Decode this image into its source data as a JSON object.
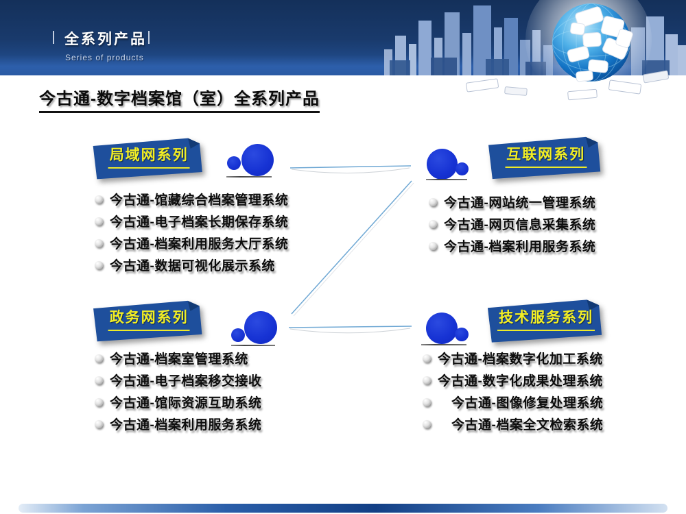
{
  "banner": {
    "title": "全系列产品",
    "subtitle": "Series of products"
  },
  "page_title": "今古通-数字档案馆（室）全系列产品",
  "sections": [
    {
      "id": "lan",
      "title": "局域网系列",
      "items": [
        "今古通-馆藏综合档案管理系统",
        "今古通-电子档案长期保存系统",
        "今古通-档案利用服务大厅系统",
        "今古通-数据可视化展示系统"
      ]
    },
    {
      "id": "internet",
      "title": "互联网系列",
      "items": [
        "今古通-网站统一管理系统",
        "今古通-网页信息采集系统",
        "今古通-档案利用服务系统"
      ]
    },
    {
      "id": "gov",
      "title": "政务网系列",
      "items": [
        "今古通-档案室管理系统",
        "今古通-电子档案移交接收",
        "今古通-馆际资源互助系统",
        "今古通-档案利用服务系统"
      ]
    },
    {
      "id": "tech",
      "title": "技术服务系列",
      "items": [
        "今古通-档案数字化加工系统",
        "今古通-数字化成果处理系统",
        "今古通-图像修复处理系统",
        "今古通-档案全文检索系统"
      ]
    }
  ],
  "colors": {
    "banner_navy": "#1a3a6c",
    "banner_light_blue": "#2d5fab",
    "ribbon_blue": "#1e4f9c",
    "ribbon_text_yellow": "#f2ee25",
    "circle_blue": "#1733d4",
    "connector_blue": "#6fa8d4",
    "list_text": "#0d0d0d",
    "footer_blue": "#123f85"
  }
}
